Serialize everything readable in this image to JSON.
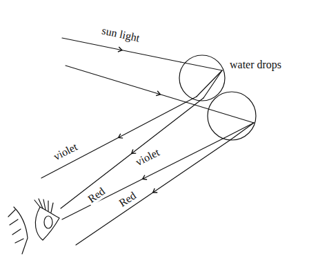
{
  "diagram": {
    "labels": [
      "sun light",
      "water drops",
      "violet",
      "violet",
      "Red",
      "Red"
    ]
  }
}
